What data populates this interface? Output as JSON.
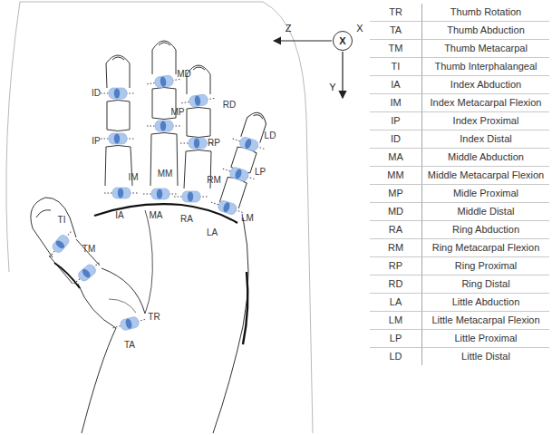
{
  "diagram": {
    "nodes": [
      {
        "text": [
          "X"
        ]
      }
    ],
    "labels": [
      "TI",
      "TM",
      "TR",
      "TA",
      "ID",
      "MD",
      "RD",
      "LD",
      "IP",
      "MP",
      "RP",
      "LP",
      "IM",
      "MM",
      "RM",
      "IA",
      "MA",
      "RA",
      "LA",
      "LM",
      "Z",
      "X",
      "Y",
      "TR",
      "Thumb Rotation",
      "TA",
      "Thumb Abduction",
      "TM",
      "Thumb Metacarpal",
      "TI",
      "Thumb Interphalangeal",
      "IA",
      "Index Abduction",
      "IM",
      "Index Metacarpal Flexion",
      "IP",
      "Index Proximal",
      "ID",
      "Index Distal",
      "MA",
      "Middle Abduction",
      "MM",
      "Middle Metacarpal Flexion",
      "MP",
      "Midle Proximal",
      "MD",
      "Middle Distal",
      "RA",
      "Ring Abduction",
      "RM",
      "Ring Metacarpal Flexion",
      "RP",
      "Ring Proximal",
      "RD",
      "Ring Distal",
      "LA",
      "Little Abduction",
      "LM",
      "Little Metacarpal Flexion",
      "LP",
      "Little Proximal",
      "LD",
      "Little Distal"
    ]
  }
}
